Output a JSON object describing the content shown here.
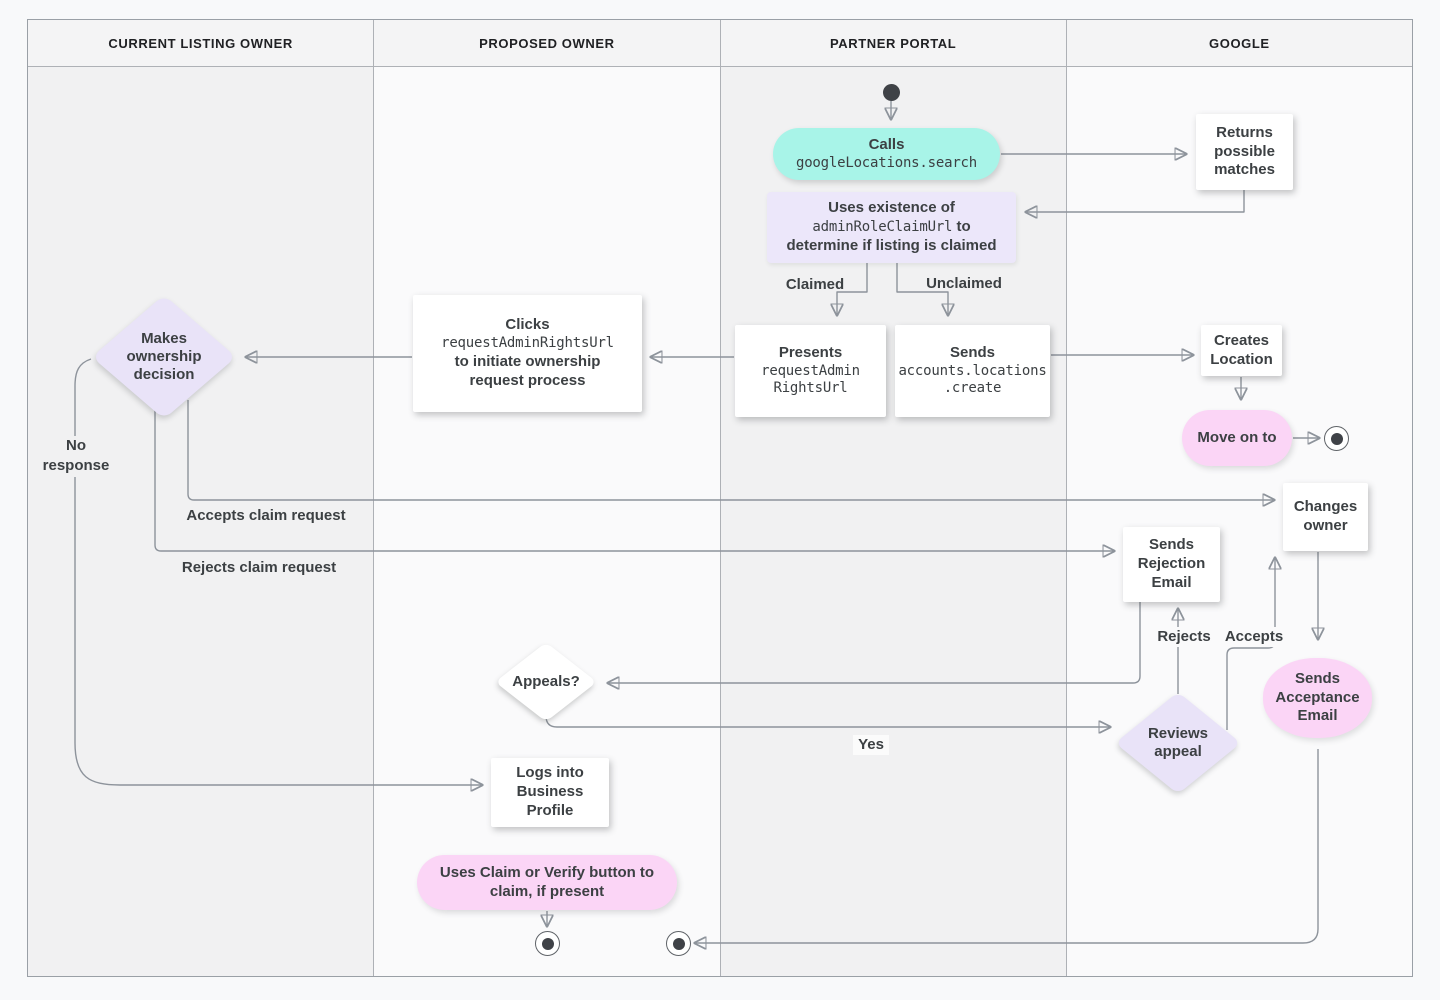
{
  "diagram": {
    "lanes": [
      {
        "title": "CURRENT LISTING OWNER"
      },
      {
        "title": "PROPOSED OWNER"
      },
      {
        "title": "PARTNER PORTAL"
      },
      {
        "title": "GOOGLE"
      }
    ],
    "nodes": {
      "calls": {
        "title": "Calls",
        "code": "googleLocations.search"
      },
      "returns_matches": {
        "text": "Returns possible matches"
      },
      "uses_existence": {
        "line1": "Uses existence of",
        "code": "adminRoleClaimUrl",
        "after_code": " to",
        "line3": "determine if listing is claimed"
      },
      "presents": {
        "title": "Presents",
        "code1": "requestAdmin",
        "code2": "RightsUrl"
      },
      "sends_create": {
        "title": "Sends",
        "code1": "accounts.locations",
        "code2": ".create"
      },
      "creates_location": {
        "text": "Creates Location"
      },
      "move_on": {
        "text": "Move on to"
      },
      "clicks": {
        "title": "Clicks",
        "code": "requestAdminRightsUrl",
        "line3": "to initiate ownership",
        "line4": "request process"
      },
      "makes_decision": {
        "text": "Makes ownership decision"
      },
      "changes_owner": {
        "text": "Changes owner"
      },
      "sends_rejection": {
        "text": "Sends Rejection Email"
      },
      "sends_acceptance": {
        "text": "Sends Acceptance Email"
      },
      "appeals": {
        "text": "Appeals?"
      },
      "reviews_appeal": {
        "text": "Reviews appeal"
      },
      "logs_into": {
        "text": "Logs into Business Profile"
      },
      "uses_claim": {
        "text": "Uses Claim or Verify button to claim, if present"
      }
    },
    "edge_labels": {
      "claimed": "Claimed",
      "unclaimed": "Unclaimed",
      "no_response": "No response",
      "accepts_claim": "Accepts claim request",
      "rejects_claim": "Rejects claim request",
      "rejects": "Rejects",
      "accepts": "Accepts",
      "yes": "Yes"
    },
    "colors": {
      "teal": "#A8F4E8",
      "lavender": "#E9E3F8",
      "lavender_box": "#ECE7FA",
      "pink": "#FBD5F6",
      "node_bg": "#FFFFFF",
      "line": "#8D939B",
      "text": "#3C4043",
      "lane_dark": "#F1F1F2",
      "lane_light": "#FAFAFB",
      "header_bg": "#F4F4F5"
    }
  }
}
